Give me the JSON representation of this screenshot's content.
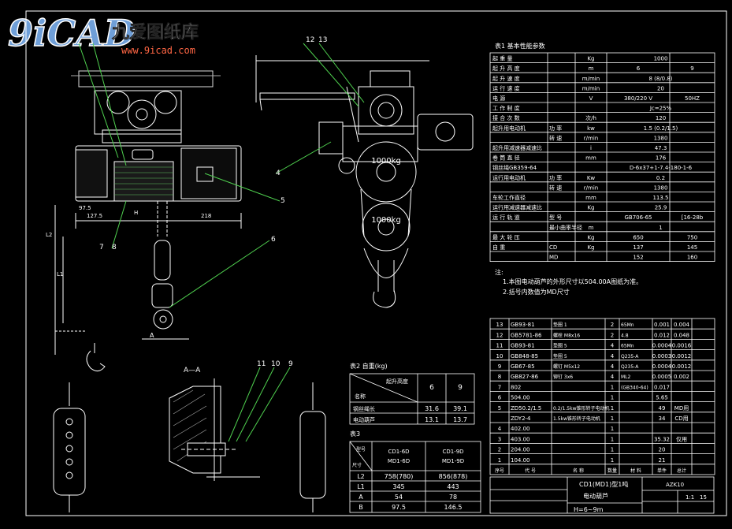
{
  "logo": {
    "brand_cn": "九爱图纸库",
    "url": "www.9icad.com",
    "mark": "9iCAD"
  },
  "front_view": {
    "dims": [
      "1000kg",
      "1000kg"
    ],
    "callouts": [
      "12",
      "13",
      "4",
      "5",
      "6",
      "7",
      "8",
      "11",
      "10",
      "9"
    ],
    "section_label": "A—A",
    "small_dims": [
      "127.5",
      "218",
      "97.5",
      "A",
      "L2",
      "L1",
      "H"
    ]
  },
  "spec_table": {
    "title": "表1 基本性能参数",
    "rows": [
      [
        "起 重 量",
        "",
        "Kg",
        "1000",
        ""
      ],
      [
        "起 升 高 度",
        "",
        "m",
        "6",
        "9"
      ],
      [
        "起 升 速 度",
        "",
        "m/min",
        "8 (8/0.8)",
        ""
      ],
      [
        "运 行 速 度",
        "",
        "m/min",
        "20",
        ""
      ],
      [
        "电 源",
        "",
        "V",
        "380/220 V",
        "50HZ"
      ],
      [
        "工 作 制 度",
        "",
        "",
        "Jc=25%",
        ""
      ],
      [
        "接 合 次 数",
        "",
        "次/h",
        "120",
        ""
      ],
      [
        "起升用电动机",
        "功 率",
        "kw",
        "1.5 (0.2/1.5)",
        ""
      ],
      [
        "",
        "转 速",
        "r/min",
        "1380",
        ""
      ],
      [
        "起升用减速器减速比",
        "",
        "i",
        "47.3",
        ""
      ],
      [
        "卷 筒 直 径",
        "",
        "mm",
        "176",
        ""
      ],
      [
        "钢丝绳GB359-64",
        "",
        "",
        "D-6x37+1-7.4-180-1-6",
        ""
      ],
      [
        "运行用电动机",
        "功 率",
        "Kw",
        "0.2",
        ""
      ],
      [
        "",
        "转 速",
        "r/min",
        "1380",
        ""
      ],
      [
        "车轮工作直径",
        "",
        "mm",
        "113.5",
        ""
      ],
      [
        "运行用减速器减速比",
        "",
        "Kg",
        "25.9",
        ""
      ],
      [
        "运 行 轨 道",
        "型 号",
        "",
        "GB706-65",
        "[16-28b"
      ],
      [
        "",
        "最小曲率半径",
        "m",
        "1",
        ""
      ],
      [
        "最 大 轮 压",
        "",
        "Kg",
        "650",
        "750"
      ],
      [
        "自 重",
        "CD",
        "Kg",
        "137",
        "145"
      ],
      [
        "",
        "MD",
        "",
        "152",
        "160"
      ]
    ]
  },
  "notes": {
    "title": "注:",
    "items": [
      "1.本图电动葫芦的外形尺寸以504.00A图纸为准。",
      "2.括号内数值为MD尺寸"
    ]
  },
  "parts_list": {
    "rows": [
      [
        "13",
        "GB93-81",
        "垫圈 1",
        "2",
        "65Mn",
        "0.001",
        "0.004"
      ],
      [
        "12",
        "GB5781-86",
        "螺栓 M8x16",
        "2",
        "4.8",
        "0.012",
        "0.048"
      ],
      [
        "11",
        "GB93-81",
        "垫圈 5",
        "4",
        "65Mn",
        "0.0004",
        "0.0016"
      ],
      [
        "10",
        "GB848-85",
        "垫圈 5",
        "4",
        "Q235-A",
        "0.0003",
        "0.0012"
      ],
      [
        "9",
        "GB67-85",
        "螺钉 M5x12",
        "4",
        "Q235-A",
        "0.0004",
        "0.0012"
      ],
      [
        "8",
        "GB827-86",
        "铆钉 3x6",
        "4",
        "ML2",
        "0.0005",
        "0.002"
      ],
      [
        "7",
        "802",
        "",
        "1",
        "(GB340-64)",
        "0.017",
        ""
      ],
      [
        "6",
        "504.00",
        "",
        "1",
        "",
        "5.65",
        ""
      ],
      [
        "5",
        "ZD50.2/1.5",
        "0.2/1.5kw锥形转子电动机",
        "1",
        "",
        "49",
        "MD用"
      ],
      [
        "",
        "ZDY2-4",
        "1.5kw锥形转子电动机",
        "1",
        "",
        "34",
        "CD用"
      ],
      [
        "4",
        "402.00",
        "",
        "1",
        "",
        "",
        ""
      ],
      [
        "3",
        "403.00",
        "",
        "1",
        "",
        "35.32",
        "仅用"
      ],
      [
        "2",
        "204.00",
        "",
        "1",
        "",
        "20",
        ""
      ],
      [
        "1",
        "104.00",
        "",
        "1",
        "",
        "21",
        ""
      ]
    ],
    "header": [
      "序号",
      "代 号",
      "名 称",
      "数量",
      "材 料",
      "单件",
      "总计"
    ]
  },
  "title_block": {
    "name": "CD1(MD1)型1吨",
    "subname": "电动葫芦",
    "height": "H=6~9m",
    "code": "AZK10",
    "scale": "1:1",
    "sheet": "15"
  },
  "table_kg": {
    "title": "表2 自重(kg)",
    "header": [
      "起升高度",
      "6",
      "9"
    ],
    "row_label": "名称",
    "rows": [
      [
        "钢丝绳长",
        "31.6",
        "39.1"
      ],
      [
        "电动葫芦",
        "13.1",
        "13.7"
      ]
    ]
  },
  "table_dims": {
    "title": "表3",
    "header": [
      "型号\n尺寸",
      "CD1-6D\nMD1-6D",
      "CD1-9D\nMD1-9D"
    ],
    "rows": [
      [
        "L2",
        "758(780)",
        "856(878)"
      ],
      [
        "L1",
        "345",
        "443"
      ],
      [
        "A",
        "54",
        "78"
      ],
      [
        "B",
        "97.5",
        "146.5"
      ]
    ]
  }
}
